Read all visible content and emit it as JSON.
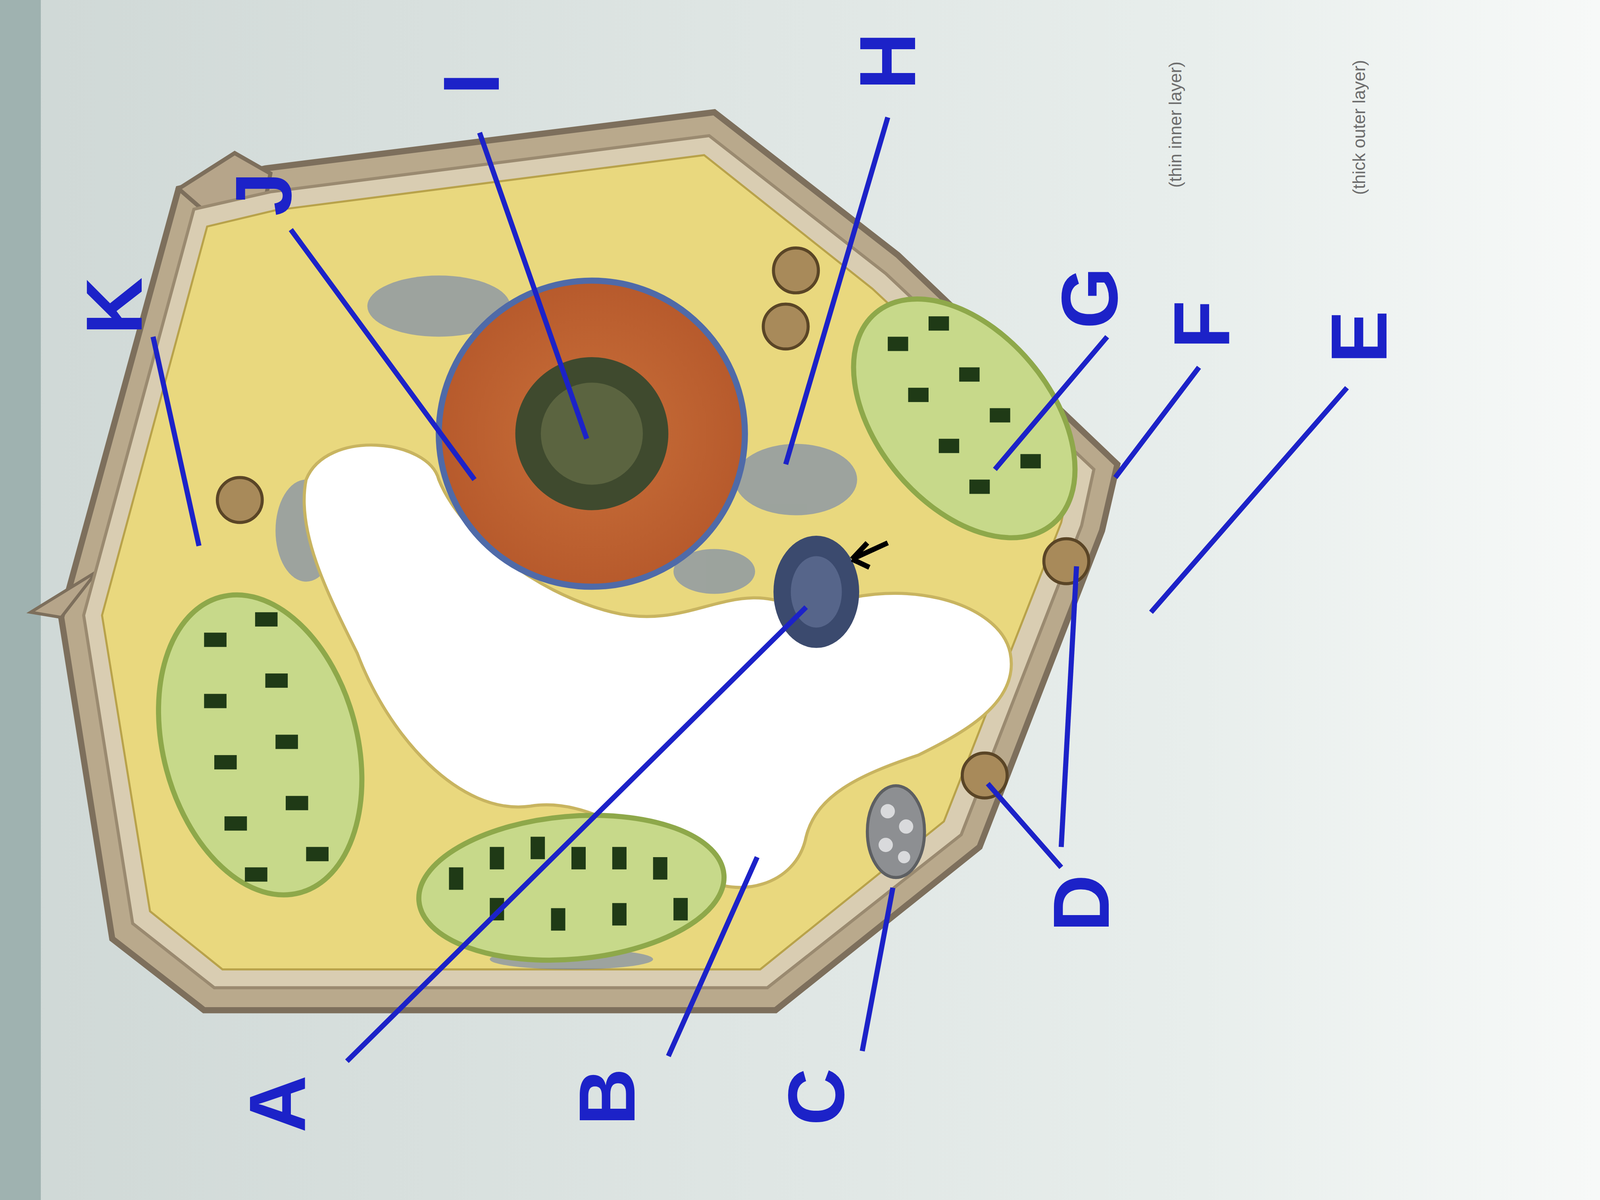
{
  "diagram": {
    "labels": [
      "K",
      "J",
      "I",
      "H",
      "A",
      "B",
      "C",
      "D",
      "G",
      "F",
      "(thin inner layer)",
      "E",
      "(thick outer layer)"
    ]
  }
}
